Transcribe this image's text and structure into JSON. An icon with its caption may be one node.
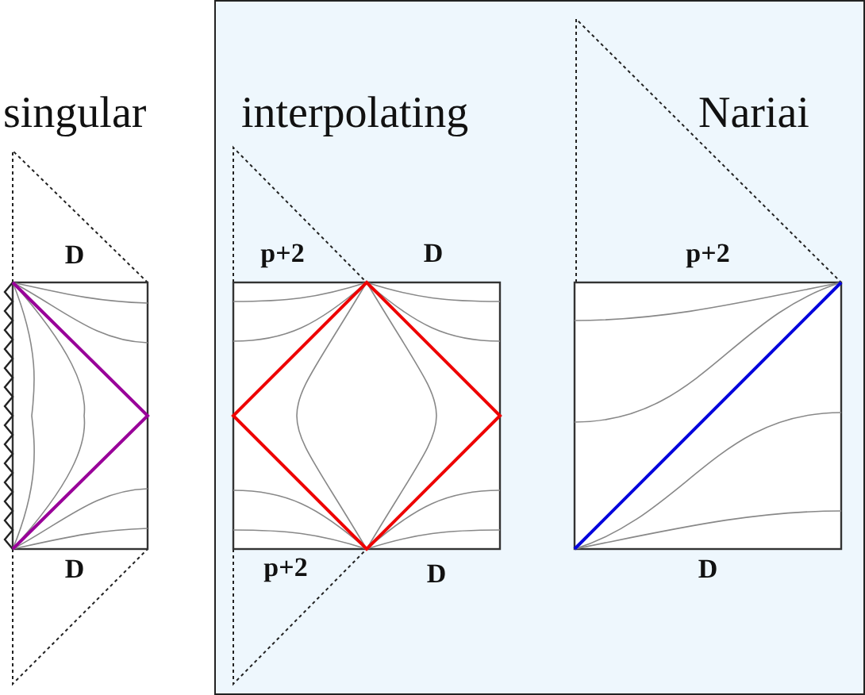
{
  "diagram": {
    "labels": [
      "singular",
      "interpolating",
      "Nariai",
      "D",
      "p+2",
      "D",
      "p+2",
      "D",
      "p+2",
      "D",
      "D"
    ]
  }
}
